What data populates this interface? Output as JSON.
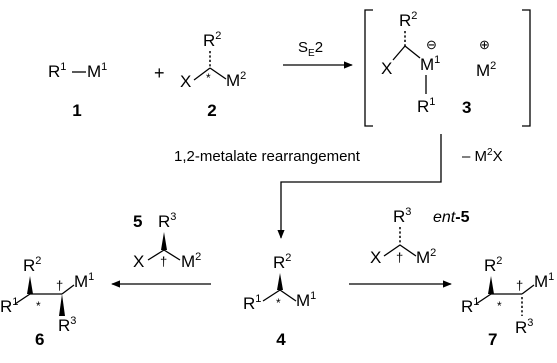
{
  "reagent1": {
    "atom_r": "R",
    "sup_r": "1",
    "atom_m": "M",
    "sup_m": "1",
    "number": "1"
  },
  "reagent2": {
    "r_group": "R",
    "r_sup": "2",
    "x": "X",
    "stereo": "*",
    "m": "M",
    "m_sup": "2",
    "number": "2"
  },
  "step1": {
    "label_main": "S",
    "label_sub": "E",
    "label_tail": "2"
  },
  "intermediate3": {
    "r2": "R",
    "r2_sup": "2",
    "x": "X",
    "m1": "M",
    "m1_sup": "1",
    "minus": "⊖",
    "plus": "⊕",
    "m2": "M",
    "m2_sup": "2",
    "r1": "R",
    "r1_sup": "1",
    "number": "3"
  },
  "step2": {
    "label": "1,2-metalate rearrangement",
    "byproduct_pre": "– M",
    "byproduct_sup": "2",
    "byproduct_post": "X"
  },
  "product4": {
    "r2": "R",
    "r2_sup": "2",
    "r1": "R",
    "r1_sup": "1",
    "stereo": "*",
    "m1": "M",
    "m1_sup": "1",
    "number": "4"
  },
  "reagent5": {
    "number": "5",
    "r3": "R",
    "r3_sup": "3",
    "x": "X",
    "dagger": "†",
    "m2": "M",
    "m2_sup": "2"
  },
  "reagent_ent5": {
    "prefix": "ent",
    "suffix": "-5",
    "r3": "R",
    "r3_sup": "3",
    "x": "X",
    "dagger": "†",
    "m2": "M",
    "m2_sup": "2"
  },
  "product6": {
    "r2": "R",
    "r2_sup": "2",
    "r1": "R",
    "r1_sup": "1",
    "stereo": "*",
    "dagger": "†",
    "m1": "M",
    "m1_sup": "1",
    "r3": "R",
    "r3_sup": "3",
    "number": "6"
  },
  "product7": {
    "r2": "R",
    "r2_sup": "2",
    "r1": "R",
    "r1_sup": "1",
    "stereo": "*",
    "dagger": "†",
    "m1": "M",
    "m1_sup": "1",
    "r3": "R",
    "r3_sup": "3",
    "number": "7"
  }
}
